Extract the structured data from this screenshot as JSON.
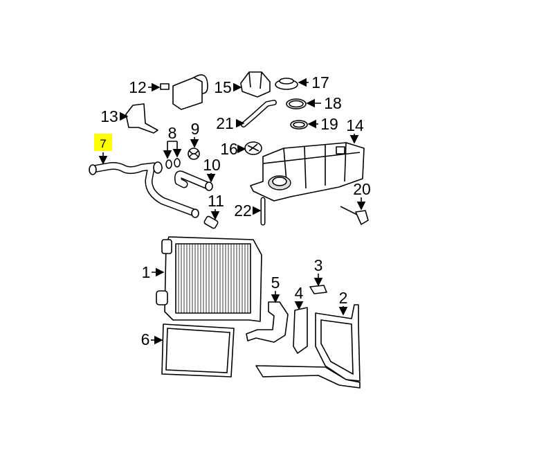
{
  "diagram": {
    "highlighted_callout": "7",
    "highlight_color": "#ffff00",
    "callouts": {
      "c1": "1",
      "c2": "2",
      "c3": "3",
      "c4": "4",
      "c5": "5",
      "c6": "6",
      "c7": "7",
      "c8": "8",
      "c9": "9",
      "c10": "10",
      "c11": "11",
      "c12": "12",
      "c13": "13",
      "c14": "14",
      "c15": "15",
      "c16": "16",
      "c17": "17",
      "c18": "18",
      "c19": "19",
      "c20": "20",
      "c21": "21",
      "c22": "22"
    }
  }
}
